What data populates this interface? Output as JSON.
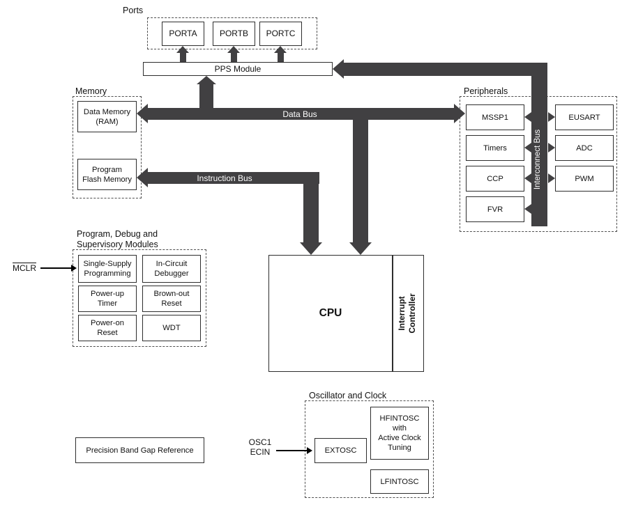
{
  "colors": {
    "bus": "#414042",
    "border": "#2d2d2d",
    "background": "#ffffff"
  },
  "ports": {
    "label": "Ports",
    "items": [
      "PORTA",
      "PORTB",
      "PORTC"
    ]
  },
  "pps": {
    "label": "PPS Module"
  },
  "memory": {
    "label": "Memory",
    "data_memory": "Data Memory\n(RAM)",
    "program_flash": "Program\nFlash Memory"
  },
  "buses": {
    "data": "Data Bus",
    "instruction": "Instruction Bus",
    "interconnect": "Interconnect Bus"
  },
  "peripherals": {
    "label": "Peripherals",
    "left": [
      "MSSP1",
      "Timers",
      "CCP",
      "FVR"
    ],
    "right": [
      "EUSART",
      "ADC",
      "PWM"
    ]
  },
  "debug": {
    "label": "Program, Debug and\nSupervisory Modules",
    "items": [
      "Single-Supply\nProgramming",
      "In-Circuit\nDebugger",
      "Power-up\nTimer",
      "Brown-out\nReset",
      "Power-on\nReset",
      "WDT"
    ]
  },
  "cpu": {
    "label": "CPU",
    "interrupt_controller": "Interrupt\nController"
  },
  "oscillator": {
    "label": "Oscillator and Clock",
    "extosc": "EXTOSC",
    "hfintosc": "HFINTOSC\nwith\nActive Clock\nTuning",
    "lfintosc": "LFINTOSC"
  },
  "bandgap": {
    "label": "Precision Band Gap Reference"
  },
  "signals": {
    "mclr": "MCLR",
    "osc1_ecin": "OSC1\nECIN"
  }
}
